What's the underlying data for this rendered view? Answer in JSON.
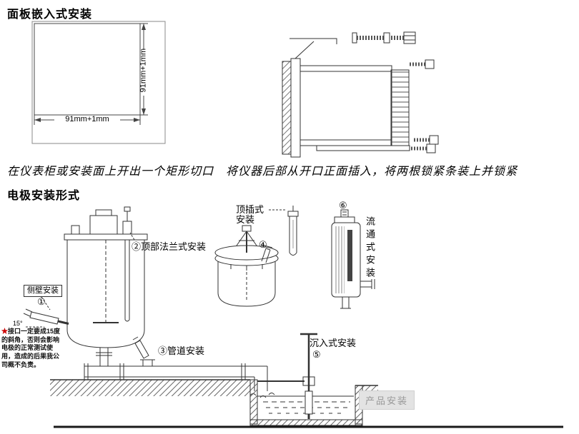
{
  "section1": {
    "title": "面板嵌入式安装",
    "cutout": {
      "width_dim": "91mm+1mm",
      "height_dim": "91mm+1mm"
    },
    "description": "在仪表柜或安装面上开出一个矩形切口　将仪器后部从开口正面插入，将两根锁紧条装上并锁紧"
  },
  "section2": {
    "title": "电极安装形式",
    "labels": {
      "side_wall": "侧壁安装",
      "num1": "①",
      "angle15": "15°",
      "top_flange": "②顶部法兰式安装",
      "pipe": "③管道安装",
      "num4": "④",
      "top_insert": "顶插式安装",
      "num5": "⑤",
      "submerged": "沉入式安装",
      "num6": "⑥",
      "flow_through": "流通式安装",
      "warning_star": "★",
      "warning_text": "接口一定要成15度的斜角，否则会影响电极的正常测试使用，造成的后果我公司概不负责。",
      "watermark": "产品安装"
    }
  },
  "colors": {
    "line": "#333333",
    "warning_star": "#cc0000",
    "watermark_bg": "#e3e3e3",
    "watermark_text": "#999999"
  }
}
